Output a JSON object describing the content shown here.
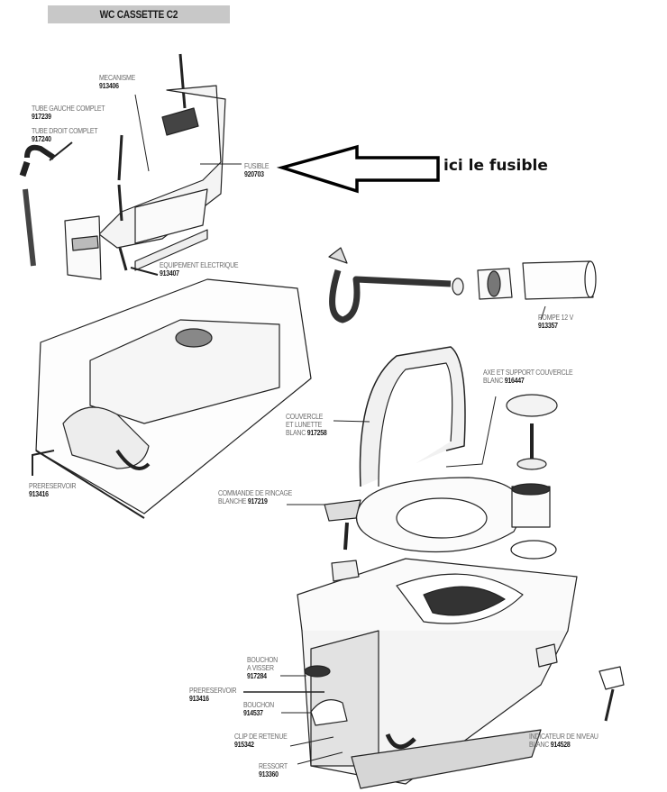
{
  "title": "WC CASSETTE C2",
  "callout": {
    "text": "ici le fusible",
    "icon": "arrow-left-icon",
    "points_to": "FUSIBLE"
  },
  "parts": [
    {
      "id": "mecanisme",
      "lines": [
        "MECANISME"
      ],
      "ref": "913406",
      "ref_inline": false
    },
    {
      "id": "tube-gauche",
      "lines": [
        "TUBE GAUCHE COMPLET"
      ],
      "ref": "917239",
      "ref_inline": false
    },
    {
      "id": "tube-droit",
      "lines": [
        "TUBE DROIT COMPLET"
      ],
      "ref": "917240",
      "ref_inline": false
    },
    {
      "id": "fusible",
      "lines": [
        "FUSIBLE"
      ],
      "ref": "920703",
      "ref_inline": false
    },
    {
      "id": "equipement-electrique",
      "lines": [
        "EQUIPEMENT ELECTRIQUE"
      ],
      "ref": "913407",
      "ref_inline": false
    },
    {
      "id": "pompe",
      "lines": [
        "POMPE 12 V"
      ],
      "ref": "913357",
      "ref_inline": false
    },
    {
      "id": "axe-support",
      "lines": [
        "AXE ET SUPPORT COUVERCLE",
        "BLANC"
      ],
      "ref": "916447",
      "ref_inline": true
    },
    {
      "id": "couvercle",
      "lines": [
        "COUVERCLE",
        "ET LUNETTE",
        "BLANC"
      ],
      "ref": "917258",
      "ref_inline": true
    },
    {
      "id": "prereservoir-1",
      "lines": [
        "PRERESERVOIR"
      ],
      "ref": "913416",
      "ref_inline": false
    },
    {
      "id": "commande-rincage",
      "lines": [
        "COMMANDE DE RINCAGE",
        "BLANCHE"
      ],
      "ref": "917219",
      "ref_inline": true
    },
    {
      "id": "bouchon-visser",
      "lines": [
        "BOUCHON",
        "A VISSER"
      ],
      "ref": "917284",
      "ref_inline": false
    },
    {
      "id": "prereservoir-2",
      "lines": [
        "PRERESERVOIR"
      ],
      "ref": "913416",
      "ref_inline": false
    },
    {
      "id": "bouchon",
      "lines": [
        "BOUCHON"
      ],
      "ref": "914537",
      "ref_inline": false
    },
    {
      "id": "clip-retenue",
      "lines": [
        "CLIP DE RETENUE"
      ],
      "ref": "915342",
      "ref_inline": false
    },
    {
      "id": "ressort",
      "lines": [
        "RESSORT"
      ],
      "ref": "913360",
      "ref_inline": false
    },
    {
      "id": "indicateur-niveau",
      "lines": [
        "INDICATEUR DE NIVEAU",
        "BLANC"
      ],
      "ref": "914528",
      "ref_inline": true
    }
  ]
}
